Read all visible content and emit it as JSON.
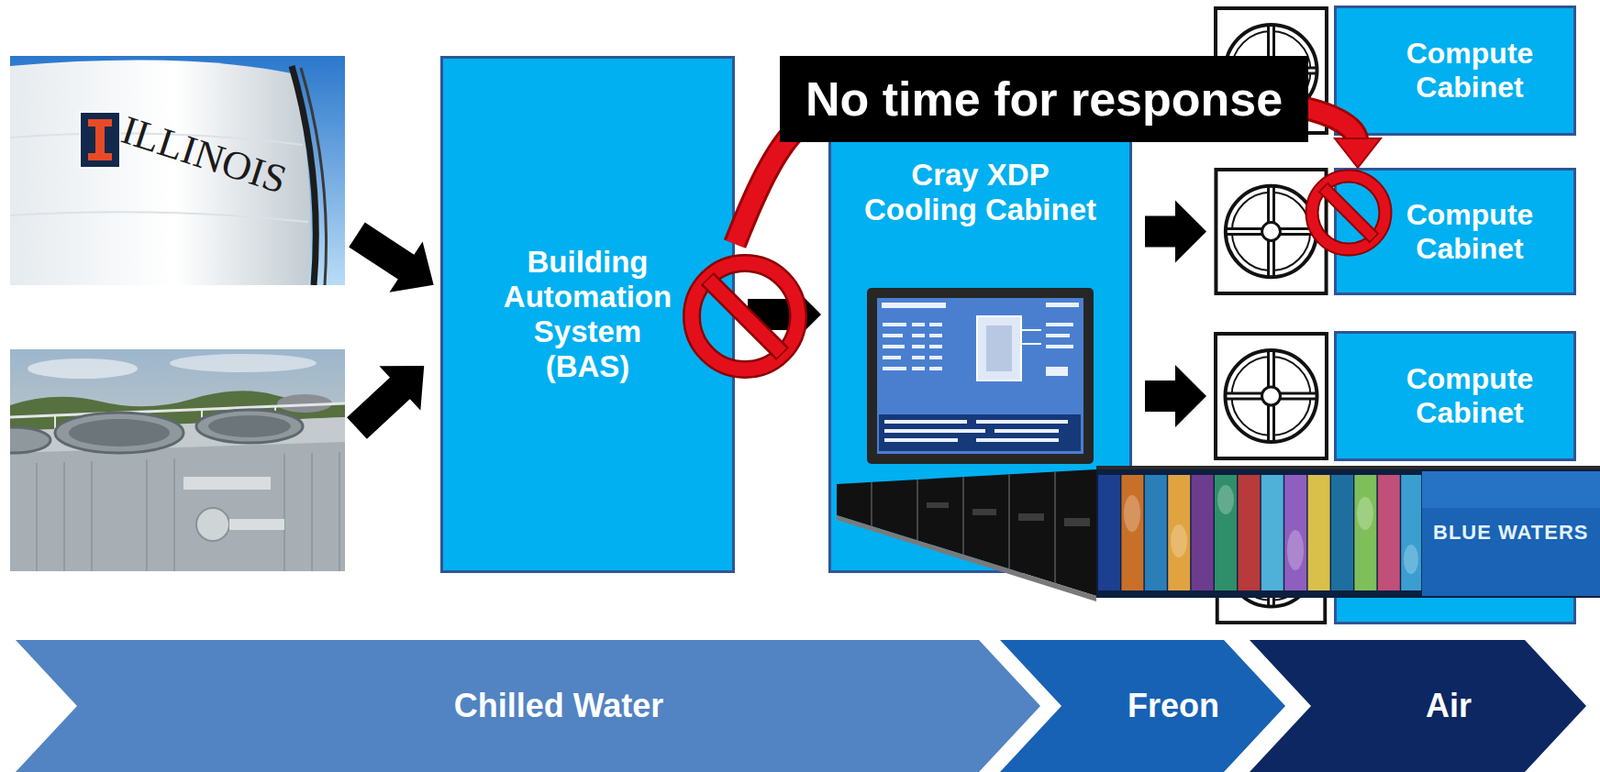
{
  "diagram": {
    "nodes": [
      {
        "text": [
          "Building Automation System (BAS)"
        ]
      },
      {
        "text": [
          "Cray XDP Cooling Cabinet"
        ]
      },
      {
        "text": [
          "Compute Cabinet"
        ]
      },
      {
        "text": [
          "Compute Cabinet"
        ]
      },
      {
        "text": [
          "Compute Cabinet"
        ]
      },
      {
        "text": [
          "Chilled Water"
        ]
      },
      {
        "text": [
          "Freon"
        ]
      },
      {
        "text": [
          "Air"
        ]
      }
    ],
    "edges": [
      {
        "from": 0,
        "to": 1,
        "arrow": "to"
      },
      {
        "from": 1,
        "to": 3,
        "arrow": "to"
      },
      {
        "from": 1,
        "to": 4,
        "arrow": "to"
      },
      {
        "from": 0,
        "to": 3,
        "label": "No time for response",
        "arrow": "to"
      }
    ],
    "labels": [
      "ILLINOIS",
      "BLUE WATERS"
    ]
  }
}
